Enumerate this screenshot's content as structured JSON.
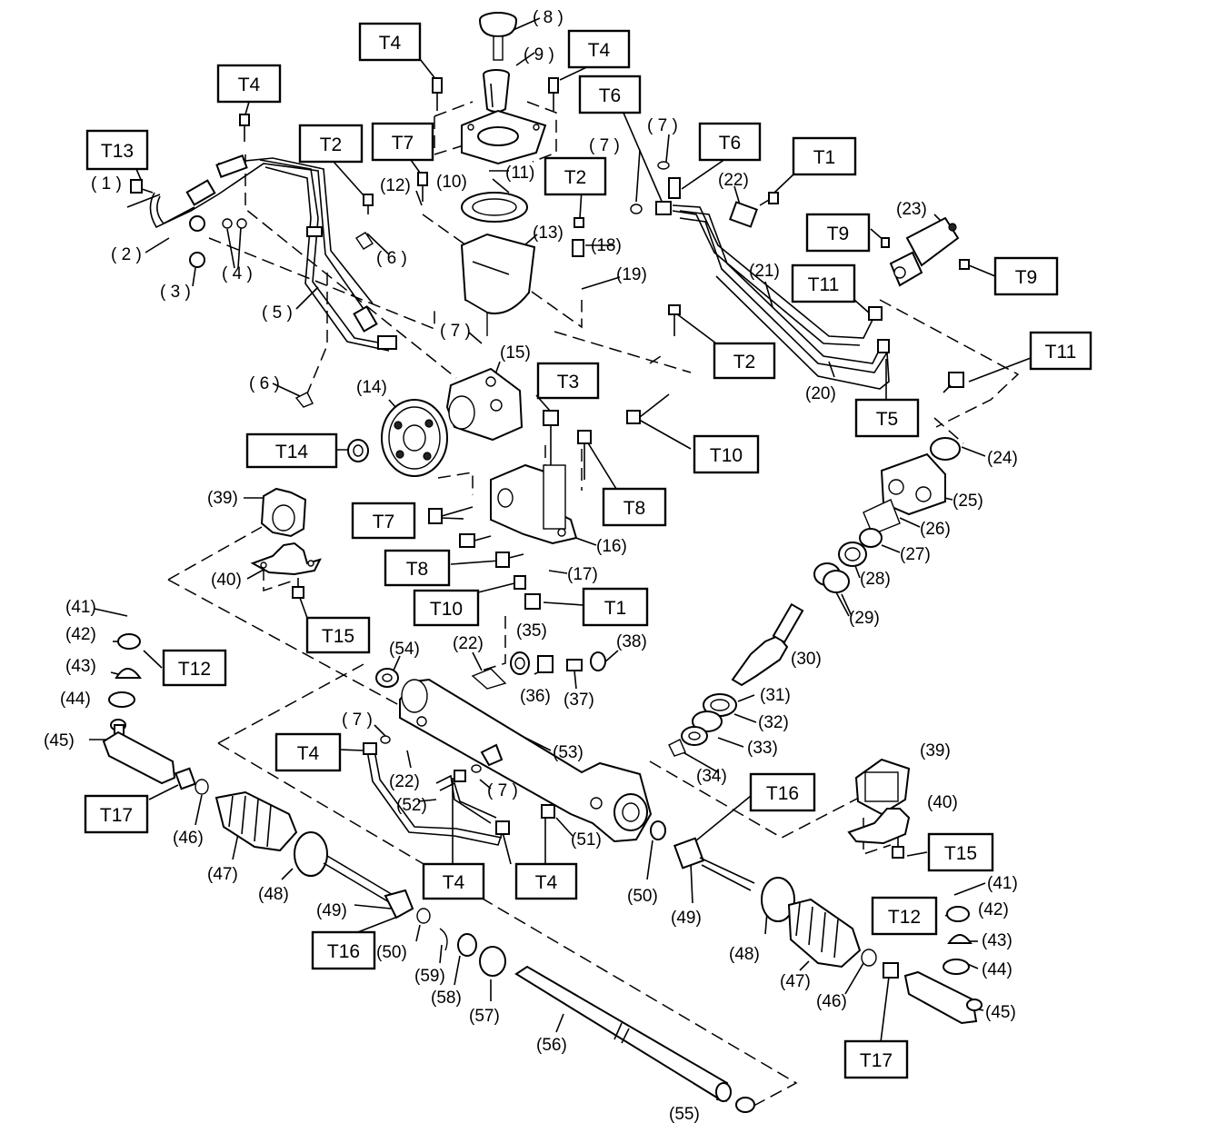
{
  "torque_tags": [
    {
      "id": "t13",
      "text": "T13"
    },
    {
      "id": "t4a",
      "text": "T4"
    },
    {
      "id": "t4b",
      "text": "T4"
    },
    {
      "id": "t4c",
      "text": "T4"
    },
    {
      "id": "t2a",
      "text": "T2"
    },
    {
      "id": "t7a",
      "text": "T7"
    },
    {
      "id": "t6a",
      "text": "T6"
    },
    {
      "id": "t2b",
      "text": "T2"
    },
    {
      "id": "t6b",
      "text": "T6"
    },
    {
      "id": "t1a",
      "text": "T1"
    },
    {
      "id": "t9a",
      "text": "T9"
    },
    {
      "id": "t9b",
      "text": "T9"
    },
    {
      "id": "t11a",
      "text": "T11"
    },
    {
      "id": "t11b",
      "text": "T11"
    },
    {
      "id": "t2c",
      "text": "T2"
    },
    {
      "id": "t5",
      "text": "T5"
    },
    {
      "id": "t3",
      "text": "T3"
    },
    {
      "id": "t10a",
      "text": "T10"
    },
    {
      "id": "t14",
      "text": "T14"
    },
    {
      "id": "t8a",
      "text": "T8"
    },
    {
      "id": "t7b",
      "text": "T7"
    },
    {
      "id": "t8b",
      "text": "T8"
    },
    {
      "id": "t10b",
      "text": "T10"
    },
    {
      "id": "t1b",
      "text": "T1"
    },
    {
      "id": "t15a",
      "text": "T15"
    },
    {
      "id": "t12a",
      "text": "T12"
    },
    {
      "id": "t4d",
      "text": "T4"
    },
    {
      "id": "t17a",
      "text": "T17"
    },
    {
      "id": "t16a",
      "text": "T16"
    },
    {
      "id": "t4e",
      "text": "T4"
    },
    {
      "id": "t4f",
      "text": "T4"
    },
    {
      "id": "t16b",
      "text": "T16"
    },
    {
      "id": "t15b",
      "text": "T15"
    },
    {
      "id": "t12b",
      "text": "T12"
    },
    {
      "id": "t17b",
      "text": "T17"
    }
  ],
  "part_labels": [
    {
      "id": "p8",
      "text": "( 8 )"
    },
    {
      "id": "p9",
      "text": "( 9 )"
    },
    {
      "id": "p1",
      "text": "( 1 )"
    },
    {
      "id": "p2",
      "text": "( 2 )"
    },
    {
      "id": "p3",
      "text": "( 3 )"
    },
    {
      "id": "p4",
      "text": "( 4 )"
    },
    {
      "id": "p5",
      "text": "( 5 )"
    },
    {
      "id": "p6a",
      "text": "( 6 )"
    },
    {
      "id": "p6b",
      "text": "( 6 )"
    },
    {
      "id": "p10",
      "text": "(10)"
    },
    {
      "id": "p11",
      "text": "(11)"
    },
    {
      "id": "p12",
      "text": "(12)"
    },
    {
      "id": "p13",
      "text": "(13)"
    },
    {
      "id": "p7a",
      "text": "( 7 )"
    },
    {
      "id": "p7b",
      "text": "( 7 )"
    },
    {
      "id": "p7c",
      "text": "( 7 )"
    },
    {
      "id": "p18",
      "text": "(18)"
    },
    {
      "id": "p19",
      "text": "(19)"
    },
    {
      "id": "p22a",
      "text": "(22)"
    },
    {
      "id": "p23",
      "text": "(23)"
    },
    {
      "id": "p21",
      "text": "(21)"
    },
    {
      "id": "p20",
      "text": "(20)"
    },
    {
      "id": "p14",
      "text": "(14)"
    },
    {
      "id": "p15",
      "text": "(15)"
    },
    {
      "id": "p24",
      "text": "(24)"
    },
    {
      "id": "p25",
      "text": "(25)"
    },
    {
      "id": "p26",
      "text": "(26)"
    },
    {
      "id": "p27",
      "text": "(27)"
    },
    {
      "id": "p28",
      "text": "(28)"
    },
    {
      "id": "p29",
      "text": "(29)"
    },
    {
      "id": "p39a",
      "text": "(39)"
    },
    {
      "id": "p16",
      "text": "(16)"
    },
    {
      "id": "p40a",
      "text": "(40)"
    },
    {
      "id": "p17",
      "text": "(17)"
    },
    {
      "id": "p41a",
      "text": "(41)"
    },
    {
      "id": "p42a",
      "text": "(42)"
    },
    {
      "id": "p43a",
      "text": "(43)"
    },
    {
      "id": "p44a",
      "text": "(44)"
    },
    {
      "id": "p45a",
      "text": "(45)"
    },
    {
      "id": "p54",
      "text": "(54)"
    },
    {
      "id": "p22b",
      "text": "(22)"
    },
    {
      "id": "p35",
      "text": "(35)"
    },
    {
      "id": "p36",
      "text": "(36)"
    },
    {
      "id": "p37",
      "text": "(37)"
    },
    {
      "id": "p38",
      "text": "(38)"
    },
    {
      "id": "p30",
      "text": "(30)"
    },
    {
      "id": "p31",
      "text": "(31)"
    },
    {
      "id": "p32",
      "text": "(32)"
    },
    {
      "id": "p33",
      "text": "(33)"
    },
    {
      "id": "p34",
      "text": "(34)"
    },
    {
      "id": "p7d",
      "text": "( 7 )"
    },
    {
      "id": "p53",
      "text": "(53)"
    },
    {
      "id": "p22c",
      "text": "(22)"
    },
    {
      "id": "p7e",
      "text": "( 7 )"
    },
    {
      "id": "p39b",
      "text": "(39)"
    },
    {
      "id": "p40b",
      "text": "(40)"
    },
    {
      "id": "p46a",
      "text": "(46)"
    },
    {
      "id": "p47a",
      "text": "(47)"
    },
    {
      "id": "p48a",
      "text": "(48)"
    },
    {
      "id": "p52",
      "text": "(52)"
    },
    {
      "id": "p51",
      "text": "(51)"
    },
    {
      "id": "p50a",
      "text": "(50)"
    },
    {
      "id": "p49a",
      "text": "(49)"
    },
    {
      "id": "p49b",
      "text": "(49)"
    },
    {
      "id": "p41b",
      "text": "(41)"
    },
    {
      "id": "p42b",
      "text": "(42)"
    },
    {
      "id": "p43b",
      "text": "(43)"
    },
    {
      "id": "p44b",
      "text": "(44)"
    },
    {
      "id": "p50b",
      "text": "(50)"
    },
    {
      "id": "p59",
      "text": "(59)"
    },
    {
      "id": "p58",
      "text": "(58)"
    },
    {
      "id": "p57",
      "text": "(57)"
    },
    {
      "id": "p48b",
      "text": "(48)"
    },
    {
      "id": "p47b",
      "text": "(47)"
    },
    {
      "id": "p46b",
      "text": "(46)"
    },
    {
      "id": "p45b",
      "text": "(45)"
    },
    {
      "id": "p56",
      "text": "(56)"
    },
    {
      "id": "p55",
      "text": "(55)"
    }
  ]
}
